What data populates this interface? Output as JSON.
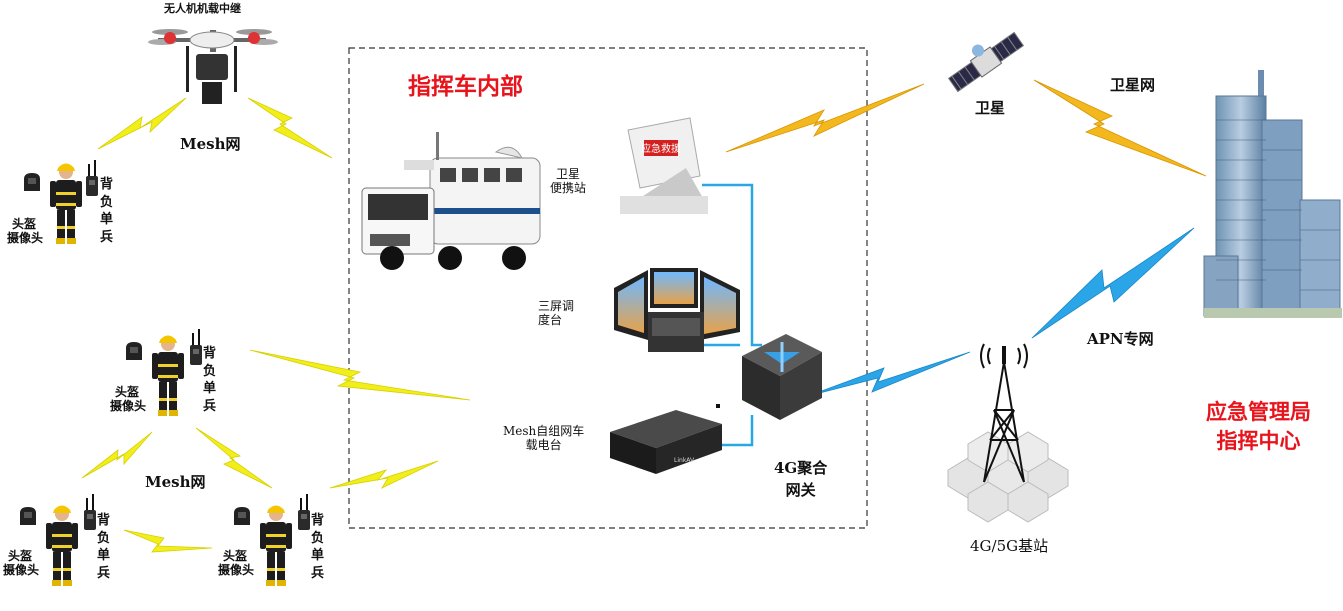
{
  "labels": {
    "drone_relay": "无人机机载中继",
    "mesh_net_top": "Mesh网",
    "mesh_net_bottom": "Mesh网",
    "vehicle_interior": "指挥车内部",
    "satellite_portable": [
      "卫星",
      "便携站"
    ],
    "tri_screen": [
      "三屏调",
      "度台"
    ],
    "mesh_vehicle_radio": [
      "Mesh自组网车",
      "载电台"
    ],
    "gateway": [
      "4G聚合",
      "网关"
    ],
    "satellite": "卫星",
    "satellite_net": "卫星网",
    "apn_net": "APN专网",
    "base_station": "4G/5G基站",
    "command_center": [
      "应急管理局",
      "指挥中心"
    ],
    "helmet_camera": [
      "头盔",
      "摄像头"
    ],
    "backpack_soldier": [
      "背",
      "负",
      "单",
      "兵"
    ]
  },
  "device_text": {
    "satellite_dish_sign": "应急救援",
    "radio_brand": "LinkAV"
  },
  "colors": {
    "title_red": "#e8141c",
    "mesh_bolt": "#f2ee1a",
    "satellite_bolt": "#f4b81f",
    "apn_bolt": "#2aa6e8",
    "cable_blue": "#27a8e0",
    "box_dash": "#333333"
  }
}
